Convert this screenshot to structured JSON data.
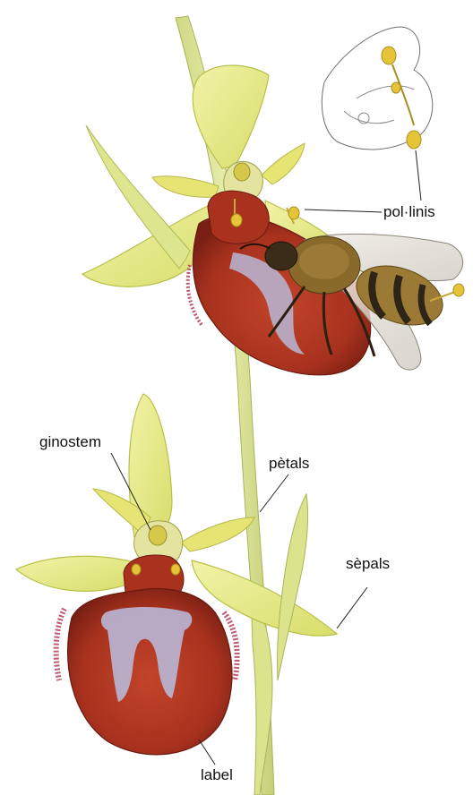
{
  "labels": {
    "pollinis": "pol·linis",
    "ginostem": "ginostem",
    "petals": "pètals",
    "sepals": "sèpals",
    "label": "label"
  },
  "colors": {
    "sepal_yellow": "#e8ec8a",
    "sepal_edge": "#b8c04a",
    "lip_red": "#a8321e",
    "lip_dark": "#7a1f14",
    "lip_speculum": "#b9b7d6",
    "stem_green": "#d9e290",
    "bee_body": "#8a6a2a",
    "bee_stripe": "#2e2417",
    "pollinia_yellow": "#e6c43a",
    "leader_line": "#222222"
  }
}
